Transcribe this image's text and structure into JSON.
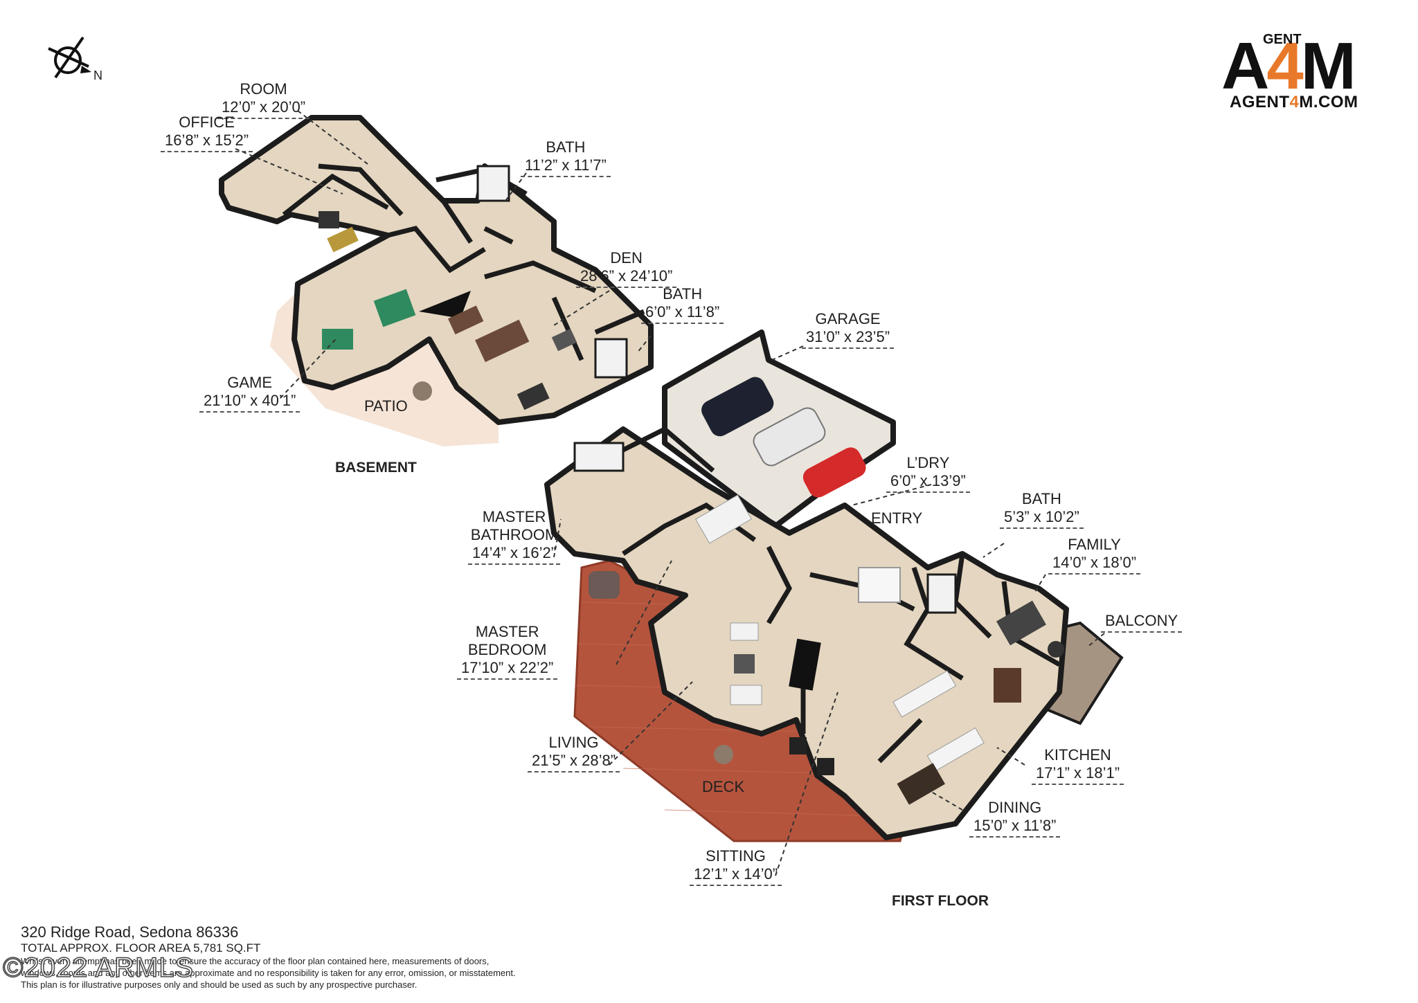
{
  "compass": {
    "north_label": "N",
    "icon": "compass-icon"
  },
  "logo": {
    "small": "GENT",
    "big_a": "A",
    "big_4": "4",
    "big_m": "M",
    "url_a": "AGENT",
    "url_4": "4",
    "url_b": "M.COM",
    "accent": "#e8792a"
  },
  "floors": {
    "basement": "BASEMENT",
    "first": "FIRST FLOOR"
  },
  "rooms": {
    "room": {
      "name": "ROOM",
      "dim": "12’0” x 20’0”"
    },
    "office": {
      "name": "OFFICE",
      "dim": "16’8” x 15’2”"
    },
    "bath_basement": {
      "name": "BATH",
      "dim": "11’2” x 11’7”"
    },
    "den": {
      "name": "DEN",
      "dim": "28’6” x 24’10”"
    },
    "bath_den": {
      "name": "BATH",
      "dim": "6’0” x 11’8”"
    },
    "game": {
      "name": "GAME",
      "dim": "21’10” x 40’1”"
    },
    "patio": {
      "name": "PATIO"
    },
    "garage": {
      "name": "GARAGE",
      "dim": "31’0” x 23’5”"
    },
    "laundry": {
      "name": "L’DRY",
      "dim": "6’0” x 13’9”"
    },
    "entry": {
      "name": "ENTRY"
    },
    "bath_first": {
      "name": "BATH",
      "dim": "5’3” x 10’2”"
    },
    "family": {
      "name": "FAMILY",
      "dim": "14’0” x 18’0”"
    },
    "balcony": {
      "name": "BALCONY"
    },
    "master_bathroom": {
      "name1": "MASTER",
      "name2": "BATHROOM",
      "dim": "14’4” x 16’2”"
    },
    "master_bedroom": {
      "name1": "MASTER",
      "name2": "BEDROOM",
      "dim": "17’10” x 22’2”"
    },
    "living": {
      "name": "LIVING",
      "dim": "21’5” x 28’8”"
    },
    "deck": {
      "name": "DECK"
    },
    "kitchen": {
      "name": "KITCHEN",
      "dim": "17’1” x 18’1”"
    },
    "dining": {
      "name": "DINING",
      "dim": "15’0” x 11’8”"
    },
    "sitting": {
      "name": "SITTING",
      "dim": "12’1” x 14’0”"
    }
  },
  "footer": {
    "address": "320 Ridge Road, Sedona 86336",
    "area": "TOTAL APPROX. FLOOR AREA 5,781 SQ.FT",
    "disclaimer_1": "Whilst every attempt has been made to ensure the accuracy of the floor plan contained here, measurements of doors,",
    "disclaimer_2": "windows, rooms and any other items are approximate and no responsibility is taken for any error, omission, or misstatement.",
    "disclaimer_3": "This plan is for illustrative purposes only and should be used as such by any prospective purchaser."
  },
  "watermark": "2022 ARMLS",
  "colors": {
    "floor": "#e4d6c0",
    "wall": "#1c1c1c",
    "deck": "#b5543d",
    "patio": "#f6e4d6",
    "garage_floor": "#e9e4dc"
  }
}
